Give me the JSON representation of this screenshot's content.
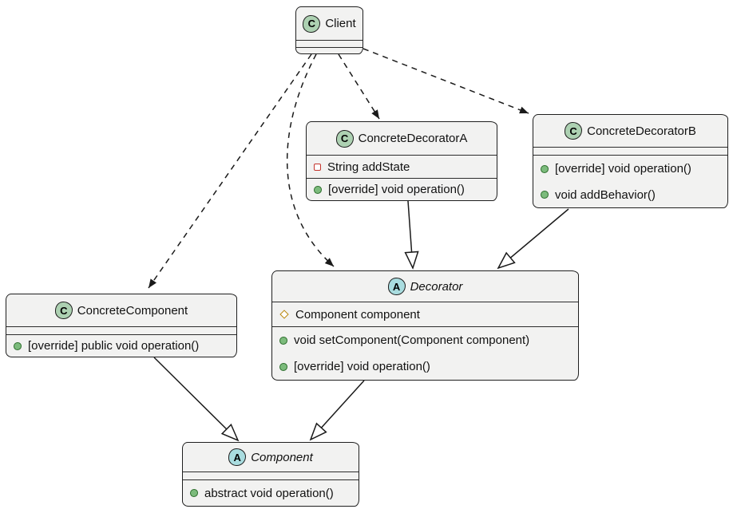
{
  "diagram": {
    "type": "uml-class-diagram",
    "pattern": "Decorator"
  },
  "classes": {
    "client": {
      "icon": "C",
      "kind": "class",
      "name": "Client",
      "fields": [],
      "methods": []
    },
    "concrete_decorator_a": {
      "icon": "C",
      "kind": "class",
      "name": "ConcreteDecoratorA",
      "fields": [
        {
          "visibility": "private",
          "text": "String addState"
        }
      ],
      "methods": [
        {
          "visibility": "public",
          "text": "[override] void operation()"
        }
      ]
    },
    "concrete_decorator_b": {
      "icon": "C",
      "kind": "class",
      "name": "ConcreteDecoratorB",
      "fields": [],
      "methods": [
        {
          "visibility": "public",
          "text": "[override] void operation()"
        },
        {
          "visibility": "public",
          "text": "void addBehavior()"
        }
      ]
    },
    "concrete_component": {
      "icon": "C",
      "kind": "class",
      "name": "ConcreteComponent",
      "fields": [],
      "methods": [
        {
          "visibility": "public",
          "text": "[override] public void operation()"
        }
      ]
    },
    "decorator": {
      "icon": "A",
      "kind": "abstract",
      "name": "Decorator",
      "fields": [
        {
          "visibility": "protected",
          "text": "Component component"
        }
      ],
      "methods": [
        {
          "visibility": "public",
          "text": "void setComponent(Component component)"
        },
        {
          "visibility": "public",
          "text": "[override] void operation()"
        }
      ]
    },
    "component": {
      "icon": "A",
      "kind": "abstract",
      "name": "Component",
      "fields": [],
      "methods": [
        {
          "visibility": "public",
          "text": "abstract void operation()"
        }
      ]
    }
  },
  "relationships": [
    {
      "from": "Client",
      "to": "ConcreteComponent",
      "type": "dependency",
      "line": "dashed"
    },
    {
      "from": "Client",
      "to": "Decorator",
      "type": "dependency",
      "line": "dashed"
    },
    {
      "from": "Client",
      "to": "ConcreteDecoratorA",
      "type": "dependency",
      "line": "dashed"
    },
    {
      "from": "Client",
      "to": "ConcreteDecoratorB",
      "type": "dependency",
      "line": "dashed"
    },
    {
      "from": "ConcreteDecoratorA",
      "to": "Decorator",
      "type": "generalization",
      "line": "solid"
    },
    {
      "from": "ConcreteDecoratorB",
      "to": "Decorator",
      "type": "generalization",
      "line": "solid"
    },
    {
      "from": "ConcreteComponent",
      "to": "Component",
      "type": "generalization",
      "line": "solid"
    },
    {
      "from": "Decorator",
      "to": "Component",
      "type": "generalization",
      "line": "solid"
    }
  ],
  "colors": {
    "background": "#ffffff",
    "box_fill": "#f2f2f1",
    "box_border": "#1f1f1f",
    "class_icon_fill": "#add1b2",
    "abstract_icon_fill": "#a9dcdf",
    "public_method_icon": "#7cbb7c",
    "private_field_icon": "#c4342c",
    "protected_field_icon": "#b8860b",
    "line": "#1a1a1a"
  }
}
